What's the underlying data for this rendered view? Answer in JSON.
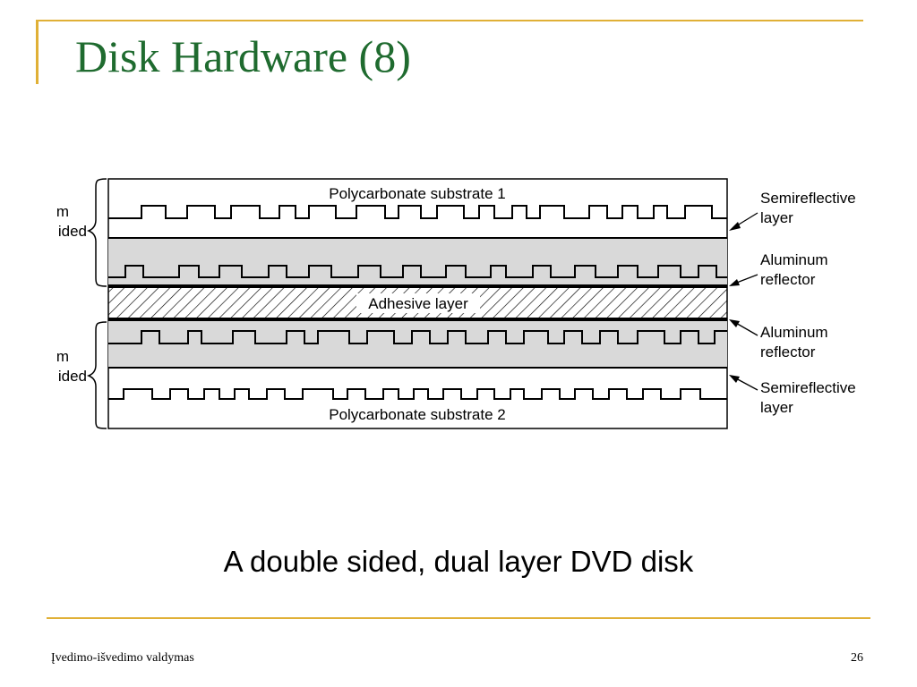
{
  "slide": {
    "title": "Disk Hardware (8)",
    "caption": "A double sided, dual layer DVD disk",
    "footer_left": "Įvedimo-išvedimo valdymas",
    "page_number": "26",
    "accent_color": "#e0b036",
    "title_color": "#1f6b2f"
  },
  "diagram": {
    "substrate_top_label": "Polycarbonate substrate 1",
    "substrate_bottom_label": "Polycarbonate substrate 2",
    "adhesive_label": "Adhesive layer",
    "left_group_top": {
      "line1": "m",
      "line2": "ided"
    },
    "left_group_bottom": {
      "line1": "m",
      "line2": "ided"
    },
    "callouts": [
      {
        "line1": "Semireflective",
        "line2": "layer"
      },
      {
        "line1": "Aluminum",
        "line2": "reflector"
      },
      {
        "line1": "Aluminum",
        "line2": "reflector"
      },
      {
        "line1": "Semireflective",
        "line2": "layer"
      }
    ]
  }
}
